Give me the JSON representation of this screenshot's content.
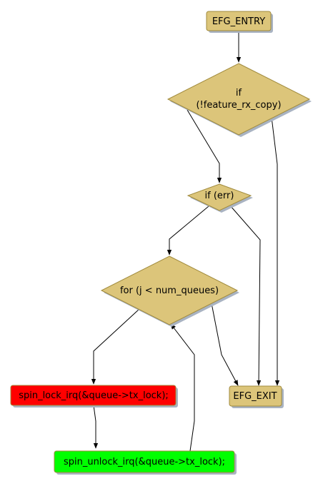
{
  "colors": {
    "decision_fill": "#dcc57a",
    "node_stroke": "#a08a3c",
    "shadow": "#a9b3c2",
    "edge": "#000000",
    "lock_fill": "#ff0000",
    "unlock_fill": "#00ff00"
  },
  "nodes": {
    "entry": {
      "label": "EFG_ENTRY"
    },
    "cond_rx": {
      "line1": "if",
      "line2": "(!feature_rx_copy)"
    },
    "cond_err": {
      "label": "if (err)"
    },
    "loop": {
      "label": "for (j < num_queues)"
    },
    "lock": {
      "label": "spin_lock_irq(&queue->tx_lock);"
    },
    "unlock": {
      "label": "spin_unlock_irq(&queue->tx_lock);"
    },
    "exit": {
      "label": "EFG_EXIT"
    }
  }
}
